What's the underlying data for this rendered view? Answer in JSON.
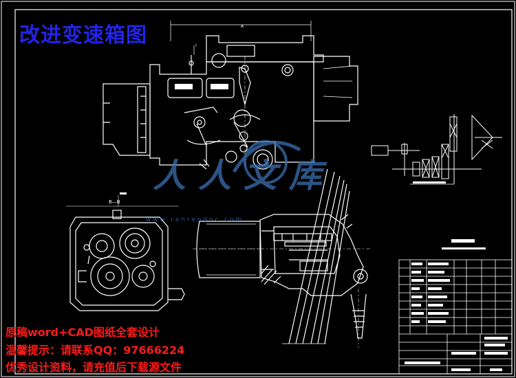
{
  "title": "改进变速箱图",
  "notes": [
    "原稿word+CAD图纸全套设计",
    "温馨提示：请联系QQ：97666224",
    "优秀设计资料，请充值后下载源文件"
  ],
  "section_label": "B—B",
  "top_marks": [
    "A",
    "I"
  ],
  "watermark": {
    "text": "人人文库",
    "url": "w w w . r e n r e n d o c . c o m"
  },
  "colors": {
    "background": "#000000",
    "lines": "#ffffff",
    "title": "#2323e8",
    "notes": "#ff1a1a",
    "watermark": "#3a6fb0"
  }
}
